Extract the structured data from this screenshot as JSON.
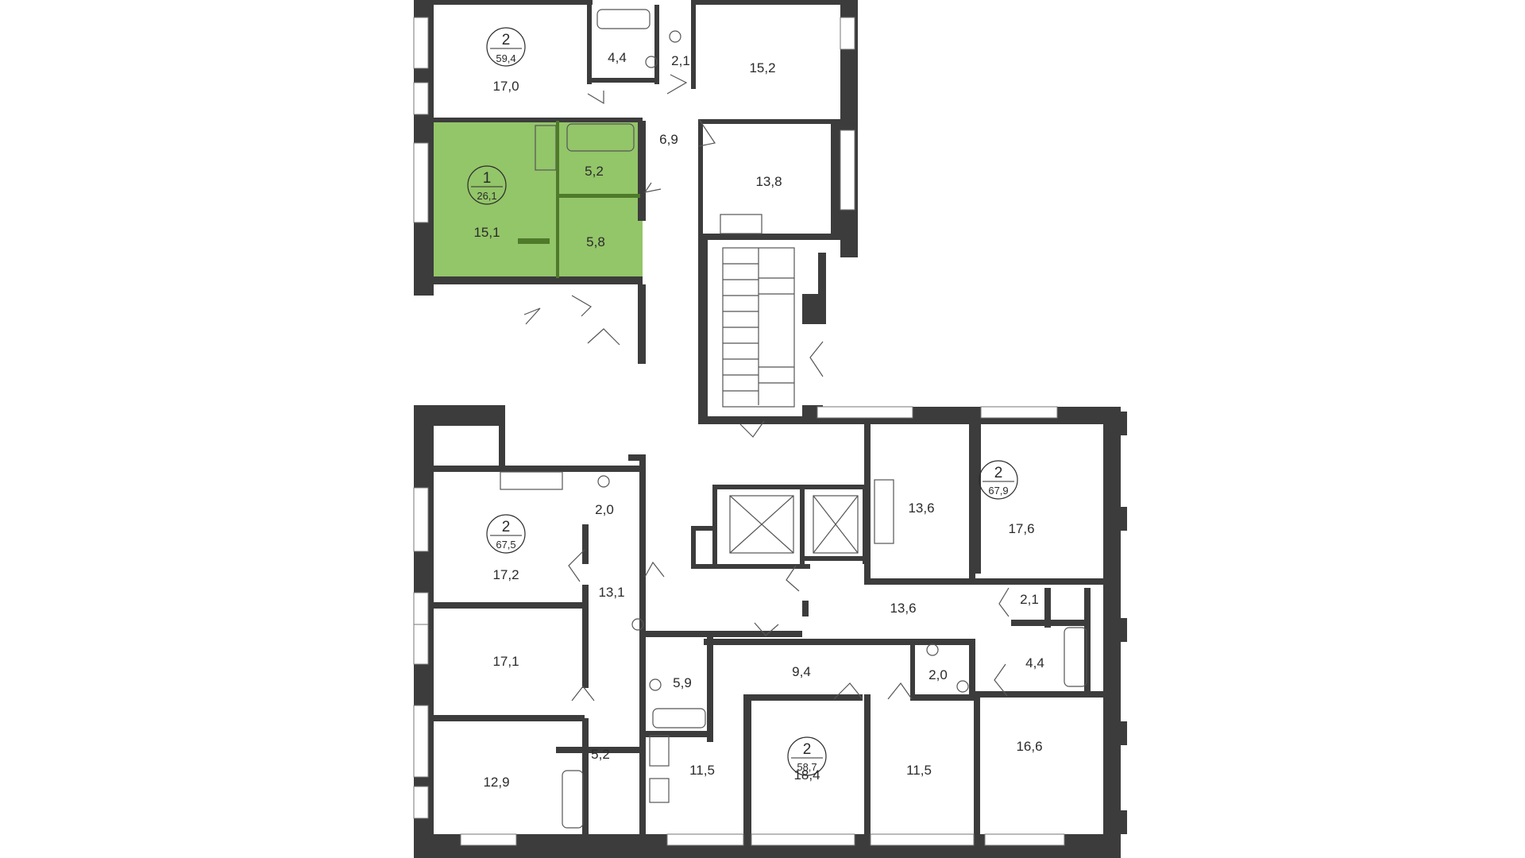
{
  "colors": {
    "highlight": "#93c569",
    "highlight_wall": "#4e7a2a",
    "wall": "#3c3c3c",
    "text": "#2b2b2b"
  },
  "apartments": [
    {
      "rooms": "2",
      "area": "59,4"
    },
    {
      "rooms": "1",
      "area": "26,1",
      "highlighted": true
    },
    {
      "rooms": "2",
      "area": "67,5"
    },
    {
      "rooms": "2",
      "area": "67,9"
    },
    {
      "rooms": "2",
      "area": "58,7"
    }
  ],
  "rooms": [
    "17,0",
    "4,4",
    "2,1",
    "15,2",
    "6,9",
    "13,8",
    "5,2",
    "15,1",
    "5,8",
    "2,0",
    "17,2",
    "13,1",
    "17,1",
    "12,9",
    "5,2",
    "13,6",
    "17,6",
    "13,6",
    "2,1",
    "4,4",
    "16,6",
    "5,9",
    "9,4",
    "2,0",
    "11,5",
    "18,4",
    "11,5"
  ]
}
